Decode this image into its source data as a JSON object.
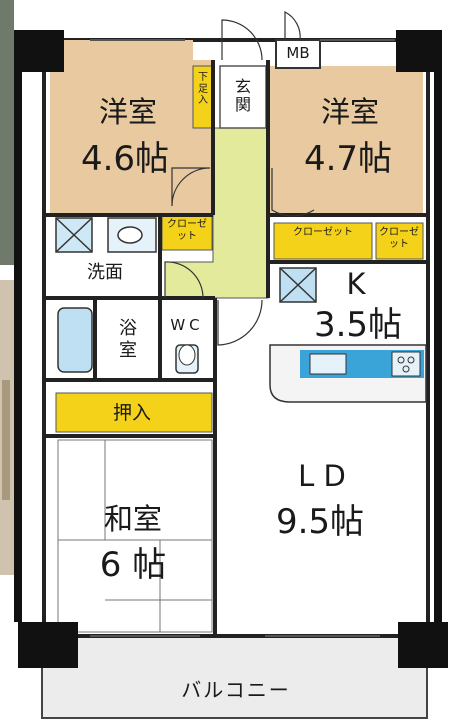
{
  "rooms": {
    "western1": {
      "name": "洋室",
      "size": "4.6帖"
    },
    "western2": {
      "name": "洋室",
      "size": "4.7帖"
    },
    "kitchen": {
      "name": "K",
      "size": "3.5帖"
    },
    "living": {
      "name": "L D",
      "size": "9.5帖"
    },
    "japanese": {
      "name": "和室",
      "size": "6 帖"
    }
  },
  "labels": {
    "entrance": "玄関",
    "shoe_box": "下足入",
    "mb": "MB",
    "closet": "クローゼット",
    "washroom": "洗面",
    "bath": "浴室",
    "wc": "WC",
    "oshiire": "押入",
    "balcony": "バルコニー"
  },
  "colors": {
    "tan_room": "#e8c9a0",
    "closet_yellow": "#f5d21a",
    "entrance_green": "#e4ea9c",
    "balcony_gray": "#ececec",
    "pillar": "#111111",
    "counter_blue": "#3aa3d8"
  }
}
